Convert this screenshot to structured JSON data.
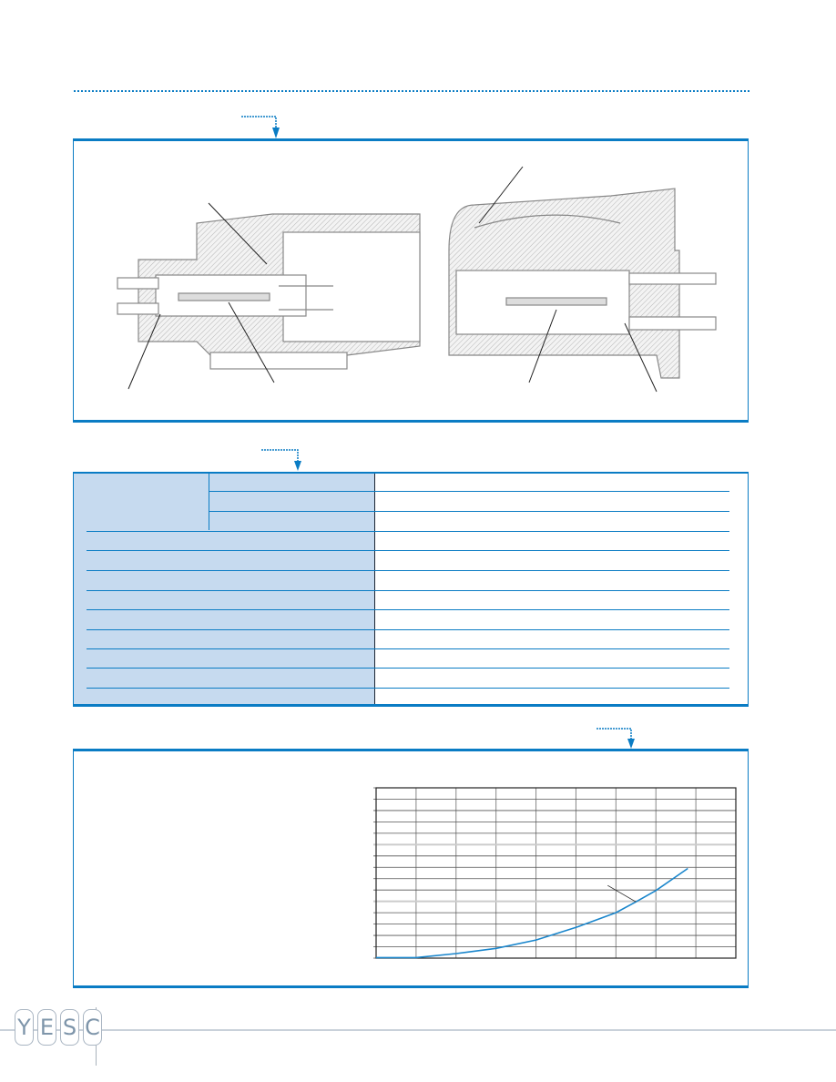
{
  "footer": {
    "logo_letters": [
      "Y",
      "E",
      "S",
      "C"
    ]
  },
  "colors": {
    "accent": "#0a7cc4",
    "table_fill": "#c6daef",
    "curve": "#1a86cc"
  },
  "chart_data": {
    "type": "line",
    "title": "",
    "xlabel": "",
    "ylabel": "",
    "xlim": [
      0,
      9
    ],
    "ylim": [
      0,
      15
    ],
    "grid": true,
    "series": [
      {
        "name": "",
        "x": [
          0,
          1,
          2,
          3,
          4,
          5,
          6,
          6.5,
          7,
          7.8
        ],
        "y": [
          0.05,
          0.05,
          0.4,
          0.86,
          1.6,
          2.7,
          4.0,
          4.96,
          5.95,
          7.9
        ]
      }
    ],
    "annotation_point": [
      6.5,
      4.96
    ]
  }
}
